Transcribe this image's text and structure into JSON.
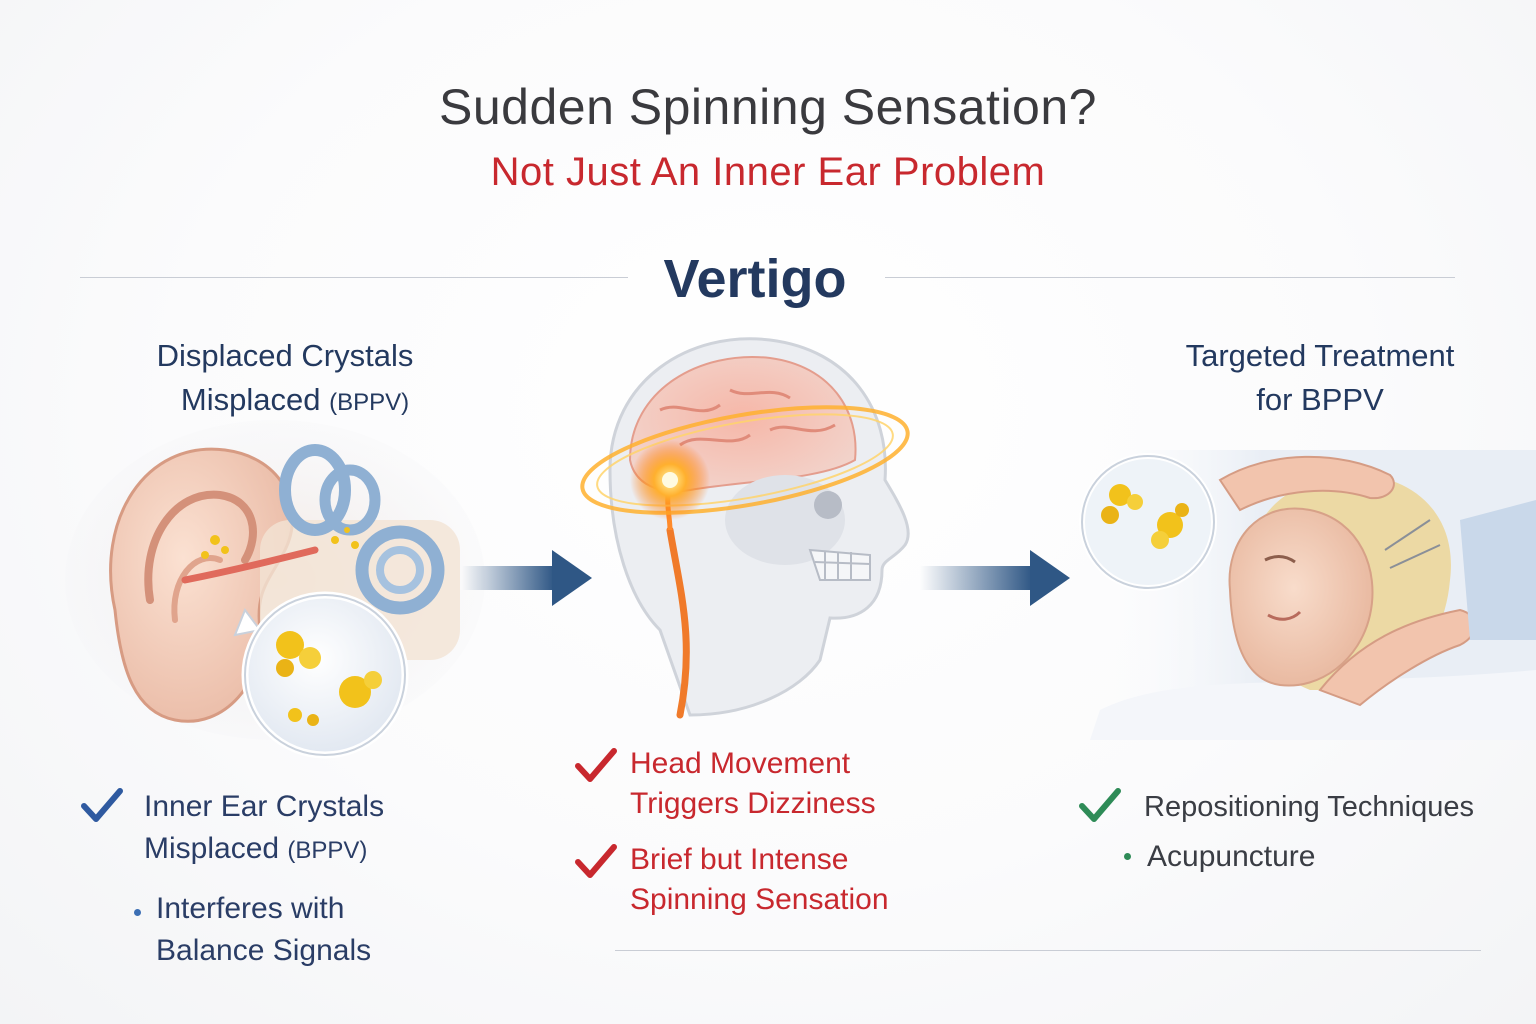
{
  "header": {
    "title": "Sudden Spinning Sensation?",
    "subtitle": "Not Just An Inner Ear Problem",
    "section_title": "Vertigo"
  },
  "left": {
    "heading_line1": "Displaced Crystals",
    "heading_line2": "Misplaced",
    "heading_small": "(BPPV)",
    "check_line1": "Inner Ear Crystals",
    "check_line2": "Misplaced",
    "check_small": "(BPPV)",
    "bullet_line1": "Interferes with",
    "bullet_line2": "Balance Signals"
  },
  "middle": {
    "check1_line1": "Head Movement",
    "check1_line2": "Triggers Dizziness",
    "check2_line1": "Brief but Intense",
    "check2_line2": "Spinning Sensation"
  },
  "right": {
    "heading_line1": "Targeted Treatment",
    "heading_line2": "for BPPV",
    "check_text": "Repositioning Techniques",
    "bullet_text": "Acupuncture"
  },
  "colors": {
    "navy": "#23395f",
    "red": "#c8282e",
    "green": "#2e8b57",
    "arrow": "#2f5785",
    "crystal": "#f2c21b"
  },
  "icons": [
    "ear-illustration",
    "crystal-magnifier-icon",
    "head-brain-illustration",
    "treatment-illustration",
    "arrow-right-icon",
    "checkmark-icon"
  ]
}
